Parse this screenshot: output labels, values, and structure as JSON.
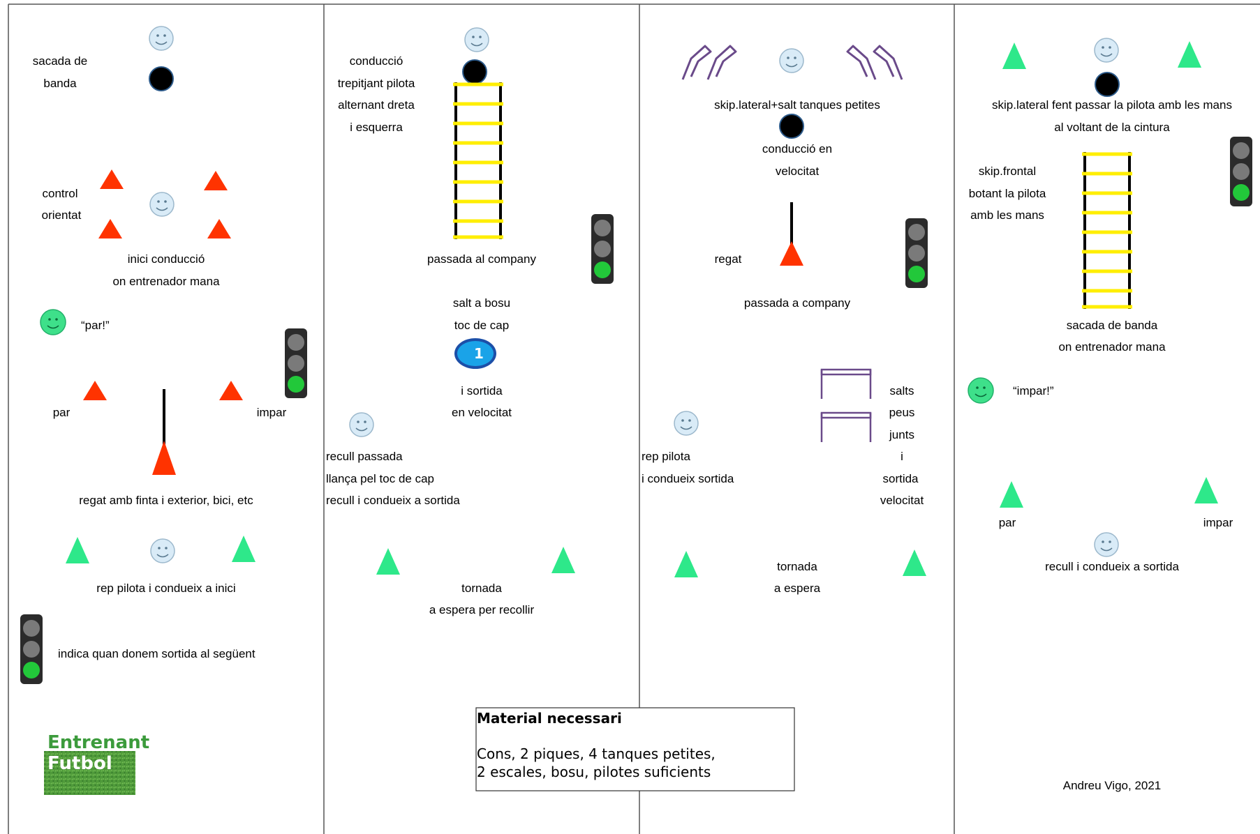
{
  "colors": {
    "cone_red": "#ff3300",
    "cone_green": "#2ee88a",
    "face_blue": "#d9ebf7",
    "face_green": "#3ee08a",
    "ladder_yellow": "#ffee00",
    "hurdle_purple": "#6a4a8a",
    "bosu_blue": "#1aa3e8",
    "grass_green": "#4f9a3a"
  },
  "columns": [
    {
      "labels": {
        "sacada1": "sacada de",
        "sacada2": "banda",
        "control1": "control",
        "control2": "orientat",
        "inici1": "inici conducció",
        "inici2": "on entrenador mana",
        "par_call": "“par!”",
        "par": "par",
        "impar": "impar",
        "regat": "regat amb finta i exterior, bici, etc",
        "rep": "rep pilota i condueix a inici",
        "indica": "indica quan donem sortida al següent"
      }
    },
    {
      "labels": {
        "cond1": "conducció",
        "cond2": "trepitjant pilota",
        "cond3": "alternant dreta",
        "cond4": "i esquerra",
        "passada": "passada al company",
        "salt1": "salt a bosu",
        "salt2": "toc de cap",
        "sortida1": "i sortida",
        "sortida2": "en velocitat",
        "recull1": "recull passada",
        "recull2": "llança pel toc de cap",
        "recull3": "recull i condueix a sortida",
        "tornada1": "tornada",
        "tornada2": "a espera per recollir"
      },
      "bosu_number": "1"
    },
    {
      "labels": {
        "skip": "skip.lateral+salt tanques petites",
        "cond1": "conducció en",
        "cond2": "velocitat",
        "regat": "regat",
        "passada": "passada a company",
        "salts1": "salts",
        "salts2": "peus",
        "salts3": "junts",
        "salts4": "i",
        "salts5": "sortida",
        "salts6": "velocitat",
        "rep1": "rep pilota",
        "rep2": "i condueix sortida",
        "tornada1": "tornada",
        "tornada2": "a espera"
      }
    },
    {
      "labels": {
        "skip1": "skip.lateral fent passar la pilota amb les mans",
        "skip2": "al voltant de la cintura",
        "front1": "skip.frontal",
        "front2": "botant la pilota",
        "front3": "amb les mans",
        "sacada1": "sacada de banda",
        "sacada2": "on entrenador mana",
        "impar_call": "“impar!”",
        "par": "par",
        "impar": "impar",
        "recull": "recull i condueix a sortida",
        "author": "Andreu Vigo, 2021"
      }
    }
  ],
  "material": {
    "title": "Material necessari",
    "line1": "Cons, 2 piques, 4 tanques petites,",
    "line2": "2 escales, bosu, pilotes suficients"
  },
  "logo": {
    "line1": "Entrenant",
    "line2": "Futbol"
  }
}
